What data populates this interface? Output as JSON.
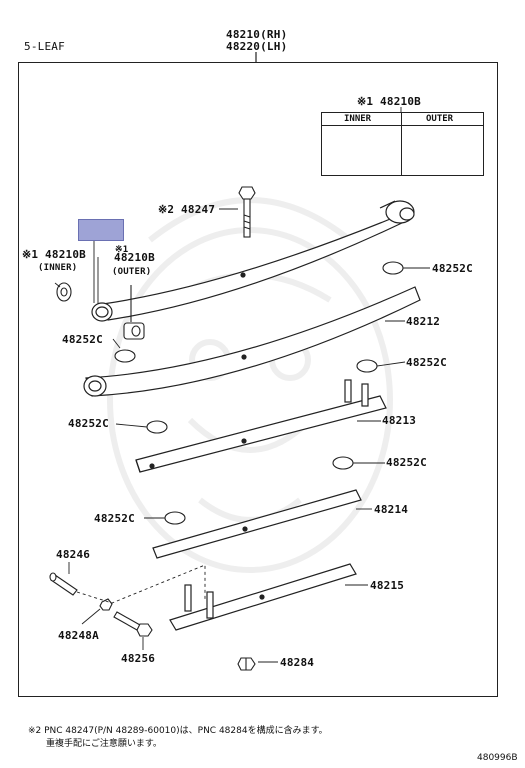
{
  "header": {
    "variant": "5-LEAF",
    "part_rh": "48210(RH)",
    "part_lh": "48220(LH)"
  },
  "inset": {
    "title": "※1 48210B",
    "inner_label": "INNER",
    "outer_label": "OUTER"
  },
  "callouts": {
    "bolt": "※2 48247",
    "bushing_inner_part": "※1 48210B",
    "bushing_inner_desc": "(INNER)",
    "bushing_outer_mark": "※1",
    "bushing_outer_part": "48210B",
    "bushing_outer_desc": "(OUTER)",
    "pad_r1": "48252C",
    "leaf2": "48212",
    "pad_r2": "48252C",
    "pad_l1": "48252C",
    "pad_l2": "48252C",
    "leaf3": "48213",
    "pad_r3": "48252C",
    "pad_l3": "48252C",
    "leaf4": "48214",
    "center_bolt": "48246",
    "leaf5": "48215",
    "nut": "48248A",
    "u_bolt": "48256",
    "clip_nut": "48284"
  },
  "footnote": {
    "line1": "※2 PNC 48247(P/N 48289-60010)は、PNC 48284を構成に含みます。",
    "line2": "重複手配にご注意願います。"
  },
  "diagram_id": "480996B"
}
